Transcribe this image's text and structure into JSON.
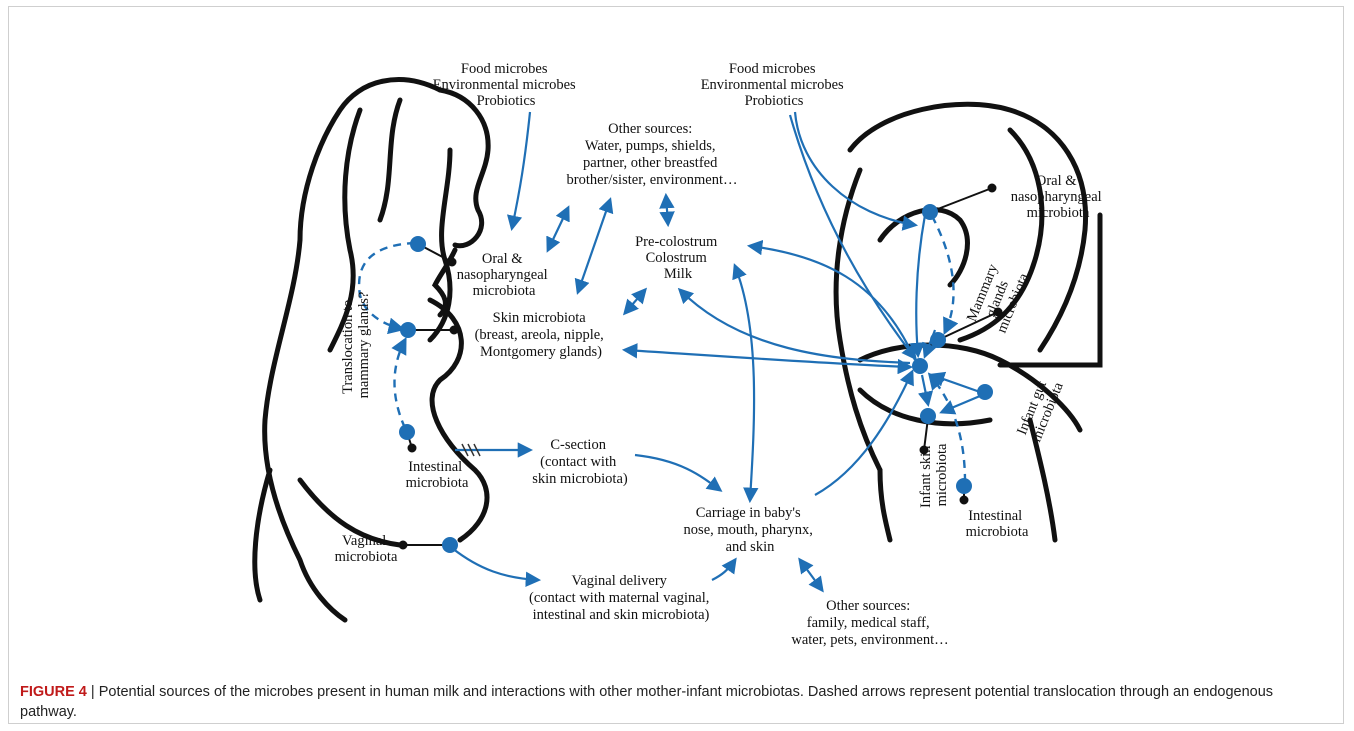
{
  "labels": {
    "food_left": [
      "Food microbes",
      "Environmental microbes",
      "Probiotics"
    ],
    "food_right": [
      "Food microbes",
      "Environmental microbes",
      "Probiotics"
    ],
    "other_top": [
      "Other sources:",
      "Water, pumps,  shields,",
      "partner, other breastfed",
      "brother/sister, environment…"
    ],
    "milk": [
      "Pre-colostrum",
      "Colostrum",
      "Milk"
    ],
    "oral_left": [
      "Oral &",
      "nasopharyngeal",
      "microbiota"
    ],
    "oral_right": [
      "Oral &",
      "nasopharyngeal",
      "microbiota"
    ],
    "skin": [
      "Skin microbiota",
      "(breast, areola, nipple,",
      "Montgomery glands)"
    ],
    "translocation": [
      "Translocation to",
      "mammary glands?"
    ],
    "intestinal_left": [
      "Intestinal",
      "microbiota"
    ],
    "intestinal_right": [
      "Intestinal",
      "microbiota"
    ],
    "csection": [
      "C-section",
      "(contact with",
      "skin microbiota)"
    ],
    "vaginal": [
      "Vaginal",
      "microbiota"
    ],
    "vaginal_delivery": [
      "Vaginal delivery",
      "(contact with maternal vaginal,",
      "intestinal and skin microbiota)"
    ],
    "carriage": [
      "Carriage in baby's",
      "nose, mouth, pharynx,",
      "and skin"
    ],
    "other_bottom": [
      "Other sources:",
      "family, medical staff,",
      "water, pets, environment…"
    ],
    "mammary": [
      "Mammary",
      "glands",
      "microbiota"
    ],
    "infant_gut": [
      "Infant gut",
      "microbiota"
    ],
    "infant_skin": [
      "Infant skin",
      "microbiota"
    ]
  },
  "caption": {
    "figure_label": "FIGURE 4",
    "separator": " | ",
    "text": "Potential sources of the microbes present in human milk and interactions with other mother-infant microbiotas. Dashed arrows represent potential translocation through an endogenous pathway."
  },
  "colors": {
    "arrow": "#1f6fb5",
    "node": "#1f6fb5",
    "outline": "#111111",
    "figure_label": "#c01a1a"
  }
}
